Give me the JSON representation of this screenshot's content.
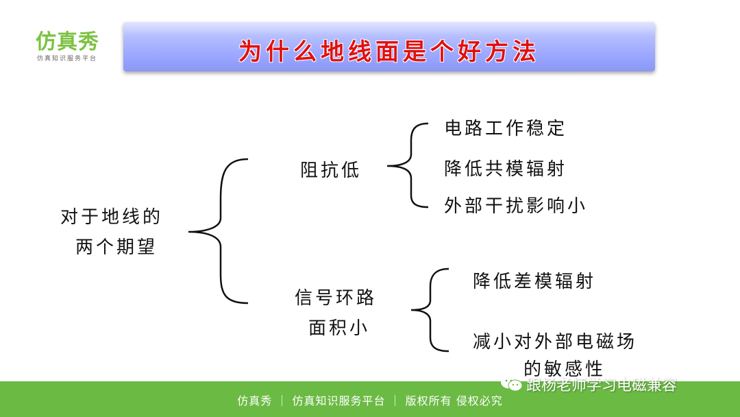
{
  "header": {
    "logo_text": "仿真秀",
    "logo_subtitle": "仿真知识服务平台",
    "title": "为什么地线面是个好方法"
  },
  "diagram": {
    "root": {
      "line1": "对于地线的",
      "line2": "两个期望"
    },
    "branch1": {
      "label": "阻抗低",
      "items": [
        "电路工作稳定",
        "降低共模辐射",
        "外部干扰影响小"
      ]
    },
    "branch2": {
      "line1": "信号环路",
      "line2": "面积小",
      "items": [
        "降低差模辐射",
        "减小对外部电磁场",
        "的敏感性"
      ]
    }
  },
  "footer": {
    "text": "仿真秀 ｜ 仿真知识服务平台 ｜ 版权所有 侵权必究",
    "watermark": "跟杨老师学习电磁兼容"
  },
  "colors": {
    "title_red": "#e01010",
    "title_bar_blue": "#9aa6ff",
    "footer_green": "#6bba44",
    "logo_green": "#7cc242"
  }
}
